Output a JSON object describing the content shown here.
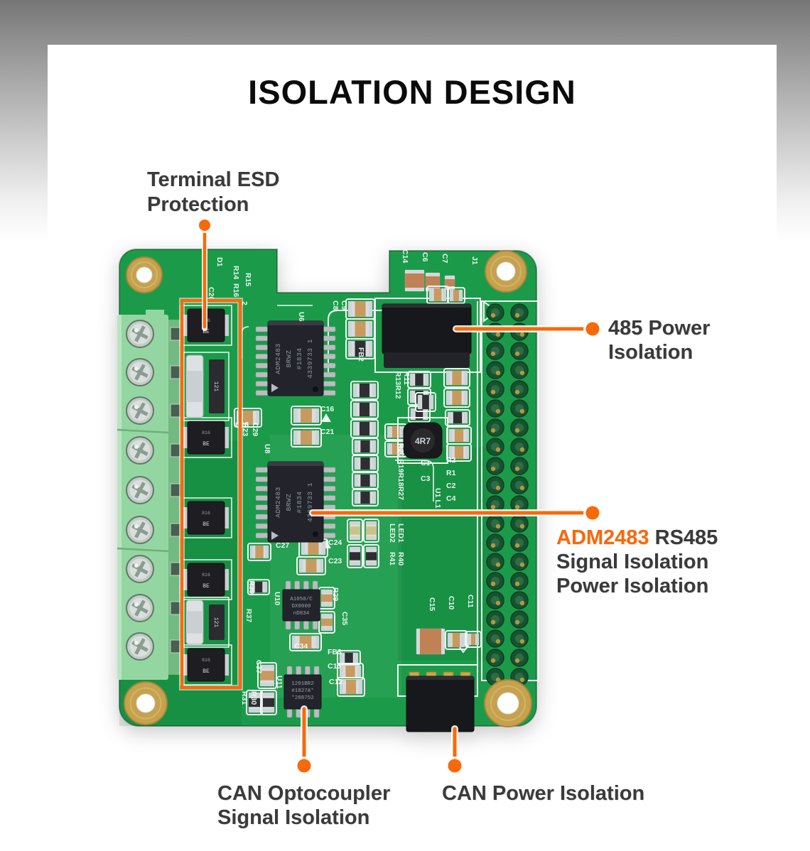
{
  "title": "ISOLATION DESIGN",
  "colors": {
    "accent": "#F8690B",
    "board_green": "#1B9B4A",
    "label_text": "#3A3A3A"
  },
  "callouts": {
    "terminal_esd": {
      "line1": "Terminal ESD",
      "line2": "Protection"
    },
    "power_485": {
      "line1": "485 Power",
      "line2": "Isolation"
    },
    "adm2483": {
      "accent": "ADM2483",
      "line1_rest": " RS485",
      "line2": "Signal Isolation",
      "line3": "Power Isolation"
    },
    "can_opto": {
      "line1": "CAN Optocoupler",
      "line2": "Signal Isolation"
    },
    "can_power": {
      "line1": "CAN Power Isolation"
    }
  },
  "board": {
    "adm_ic": [
      "ADM2483",
      "BRWZ",
      "#1834",
      "4339733 1"
    ],
    "u10_ic": [
      "A1050/C",
      "DX0000",
      "nD834"
    ],
    "u11_ic": [
      "1201BR2",
      "#1827A*",
      "*288752"
    ],
    "inductor": "4R7",
    "diode_mark_top": "816",
    "diode_mark_bottom": "BE",
    "cap_chip_mark": "121",
    "silkscreen": [
      "D1",
      "R14",
      "R16",
      "R15",
      "2",
      "C20",
      "U6",
      "C8",
      "C9",
      "FB2",
      "C14",
      "C6",
      "C7",
      "J1",
      "R13R12",
      "R11",
      "C18",
      "C16",
      "C21",
      "U8",
      "R23",
      "C29",
      "R20 R19R18R27",
      "C1",
      "C3",
      "R2",
      "R1",
      "C2",
      "C4",
      "U1 L1",
      "LED2",
      "LED1",
      "R41",
      "R40",
      "C27",
      "C24",
      "C23",
      "R39",
      "U10",
      "R37",
      "R29",
      "C35",
      "C15",
      "C10",
      "C11",
      "C37",
      "C34",
      "FB3",
      "C13",
      "C12",
      "U11",
      "R31",
      "R30"
    ]
  }
}
